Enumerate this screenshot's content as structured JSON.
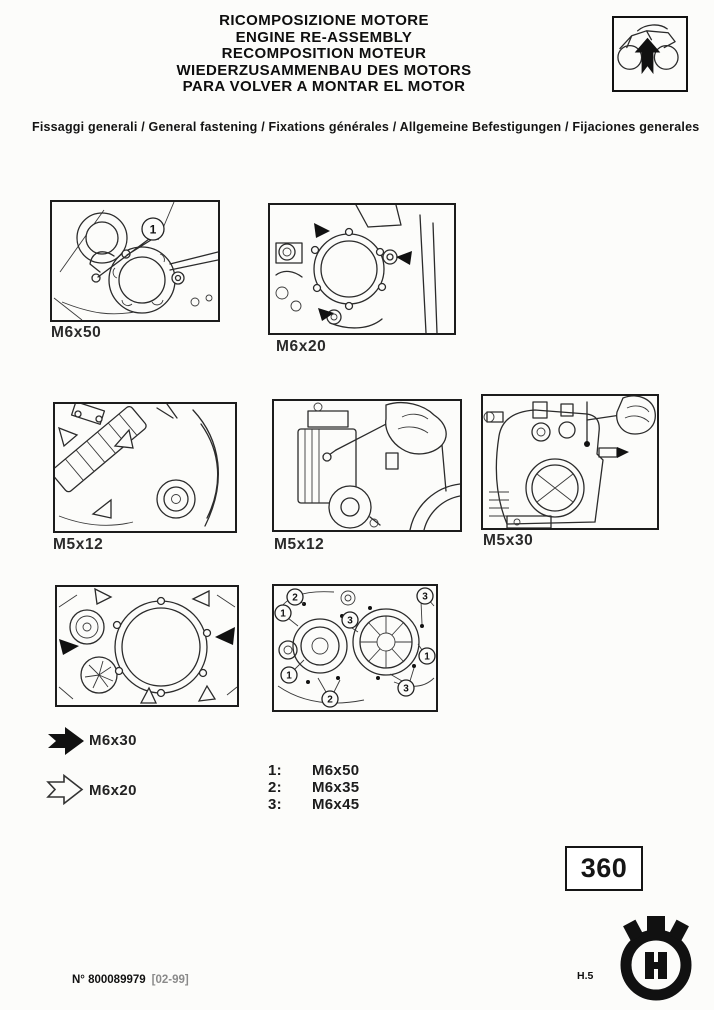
{
  "colors": {
    "paper": "#fcfcfa",
    "ink": "#151515"
  },
  "header": {
    "titles": [
      "RICOMPOSIZIONE MOTORE",
      "ENGINE RE-ASSEMBLY",
      "RECOMPOSITION MOTEUR",
      "WIEDERZUSAMMENBAU DES MOTORS",
      "PARA VOLVER A MONTAR EL MOTOR"
    ],
    "corner_icon": "motorcycle-up-arrow-icon",
    "subtitle": "Fissaggi generali / General fastening / Fixations générales / Allgemeine Befestigungen / Fijaciones generales"
  },
  "figures": [
    {
      "label": "M6x50",
      "callout": "1"
    },
    {
      "label": "M6x20"
    },
    {
      "label": "M5x12"
    },
    {
      "label": "M5x12"
    },
    {
      "label": "M5x30"
    },
    {
      "label": ""
    },
    {
      "callouts": [
        "2",
        "3",
        "1",
        "3",
        "1",
        "2",
        "3",
        "1"
      ]
    }
  ],
  "arrow_legend": [
    {
      "icon": "black-right-arrow-icon",
      "label": "M6x30"
    },
    {
      "icon": "white-right-arrow-icon",
      "label": "M6x20"
    }
  ],
  "number_legend": [
    {
      "num": "1:",
      "value": "M6x50"
    },
    {
      "num": "2:",
      "value": "M6x35"
    },
    {
      "num": "3:",
      "value": "M6x45"
    }
  ],
  "page_number": "360",
  "footer": {
    "document_number": "N° 800089979",
    "edition": "[02-99]",
    "section_code": "H.5",
    "logo": "husqvarna-logo"
  }
}
